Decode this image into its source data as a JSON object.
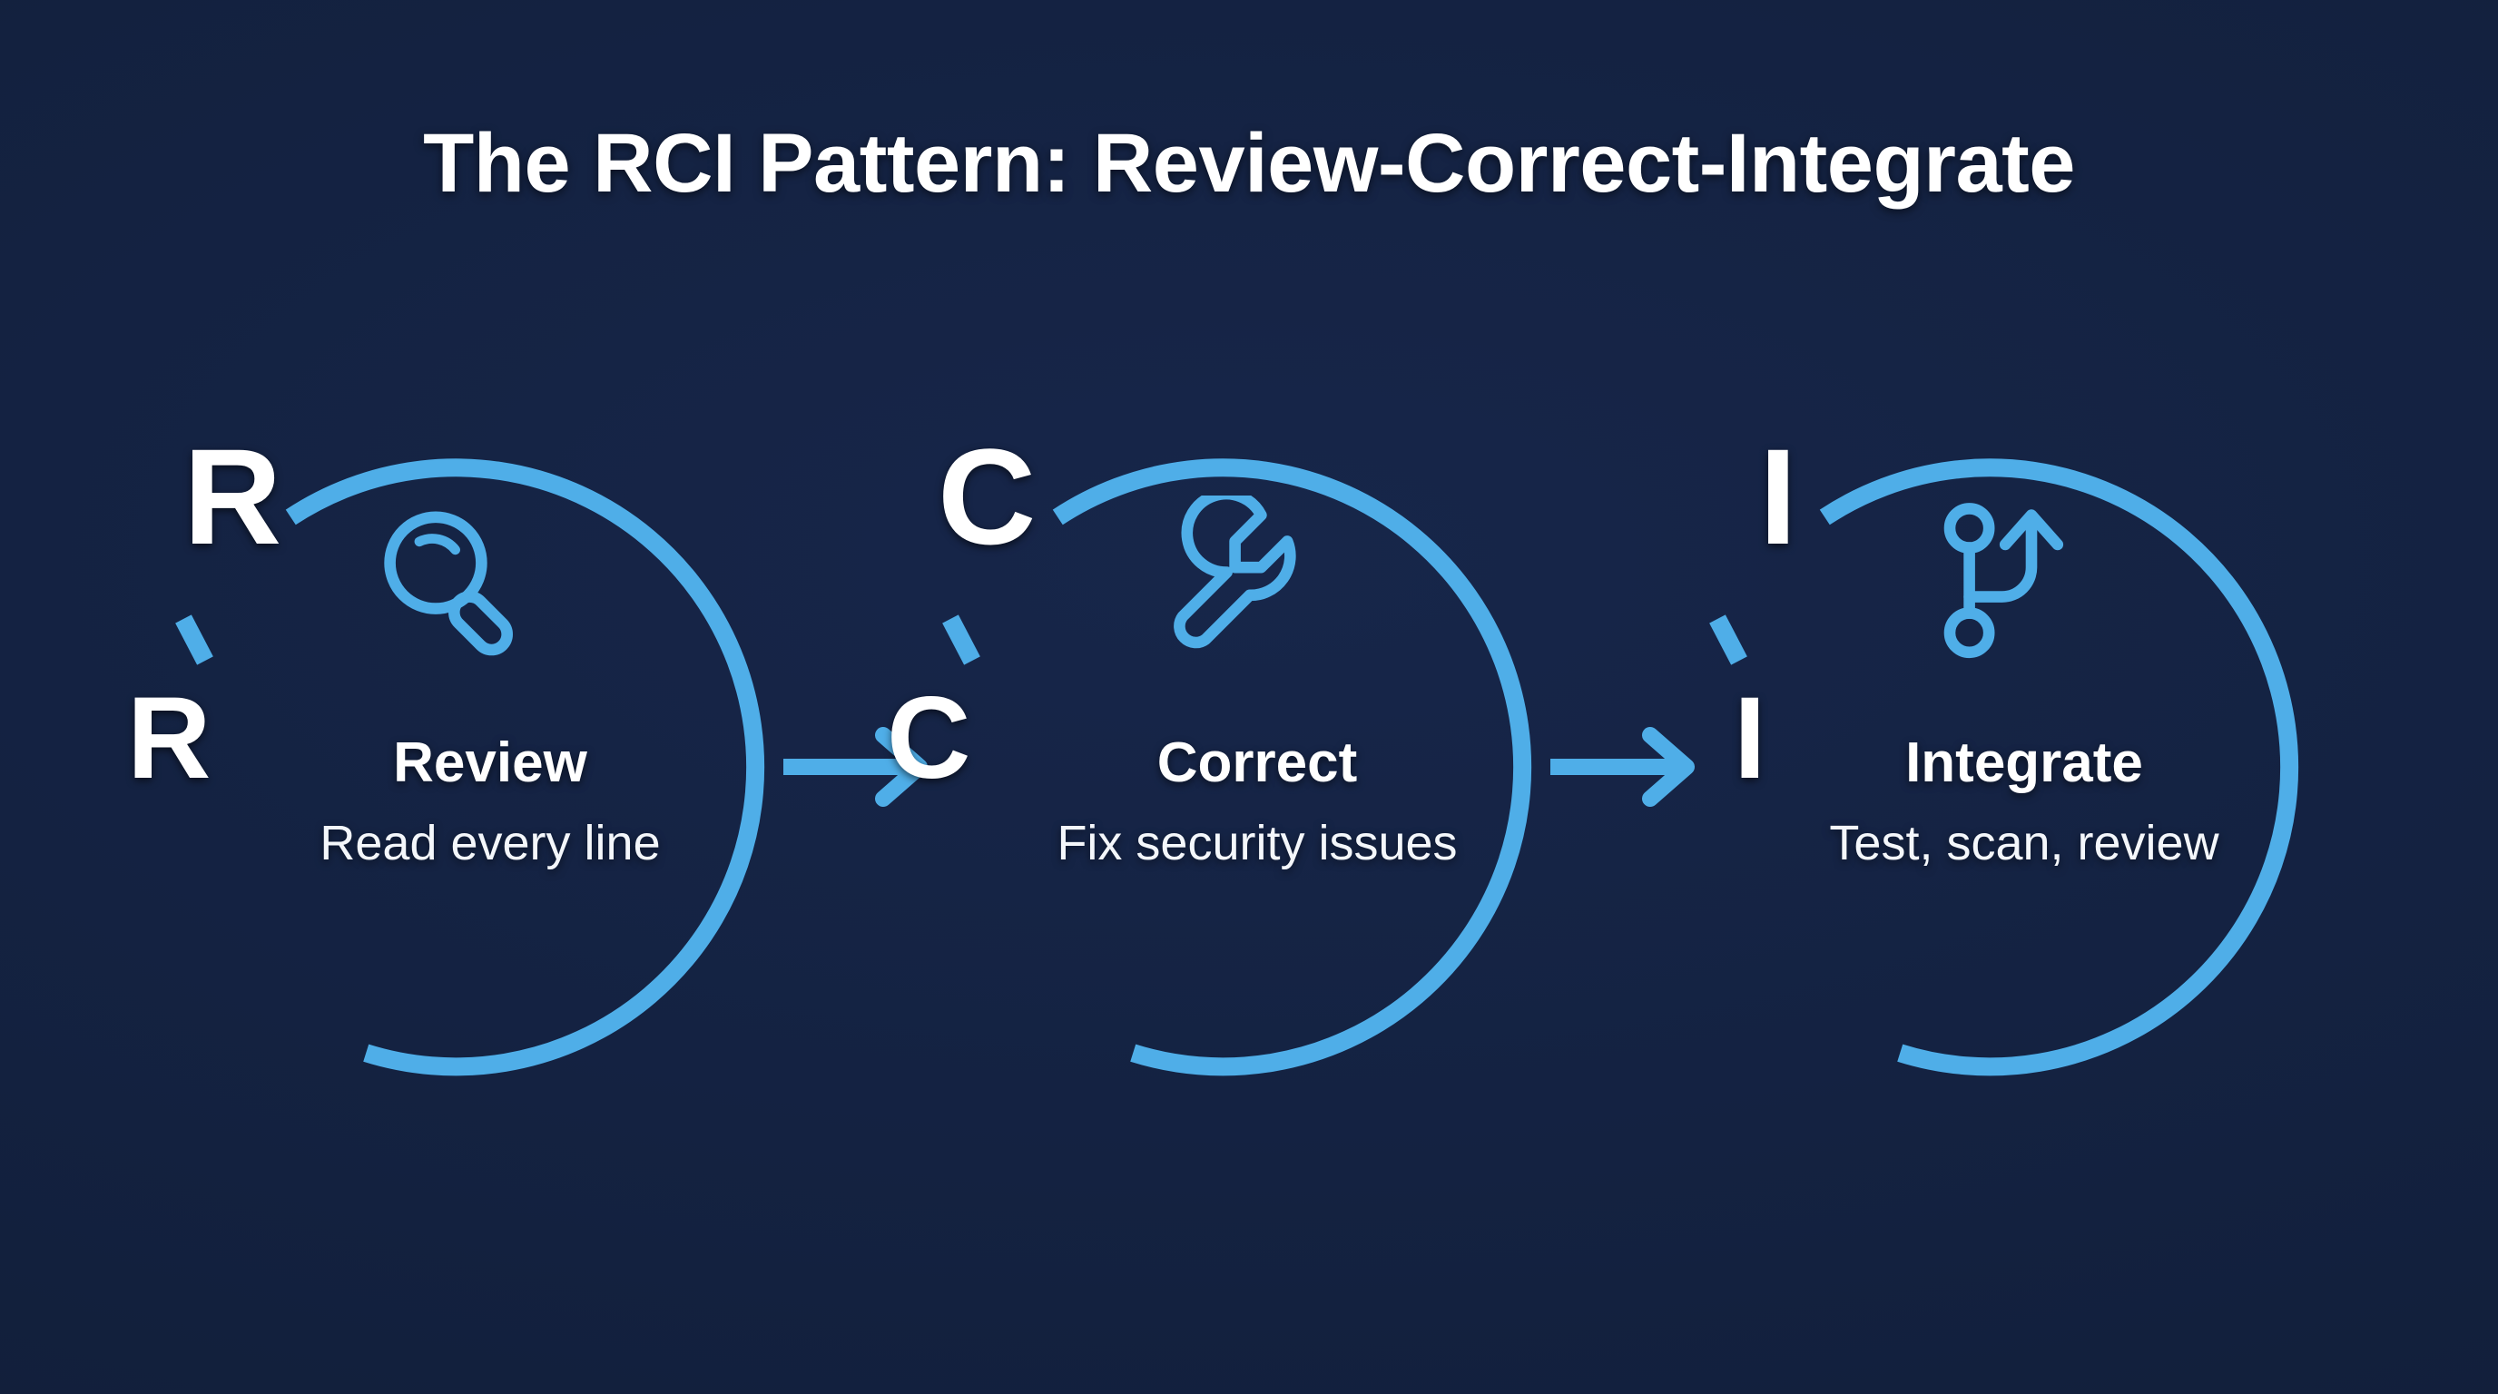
{
  "header": {
    "title": "The RCI Pattern: Review-Correct-Integrate"
  },
  "theme": {
    "background": "#13213f",
    "accent": "#4FAEE8",
    "text": "#ffffff"
  },
  "diagram": {
    "type": "process-flow",
    "nodes": [
      {
        "letter": "R",
        "title": "Review",
        "desc": "Read every line",
        "icon": "magnifier-icon"
      },
      {
        "letter": "C",
        "title": "Correct",
        "desc": "Fix security issues",
        "icon": "wrench-icon"
      },
      {
        "letter": "I",
        "title": "Integrate",
        "desc": "Test, scan, review",
        "icon": "git-branch-icon"
      }
    ],
    "connectors": [
      {
        "from": "R",
        "to": "C",
        "icon": "arrow-right-icon"
      },
      {
        "from": "C",
        "to": "I",
        "icon": "arrow-right-icon"
      }
    ]
  }
}
